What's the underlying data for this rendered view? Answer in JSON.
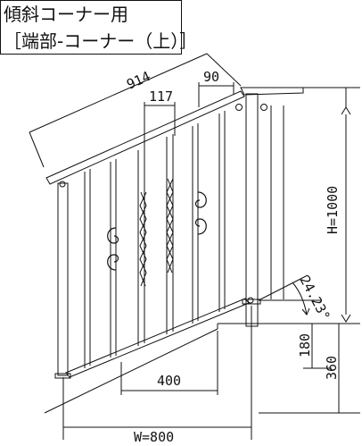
{
  "title": {
    "line1": "傾斜コーナー用",
    "line2": "［端部-コーナー（上）］"
  },
  "dimensions": {
    "rail_length": "914",
    "post_end_offset": "90",
    "baluster_pitch": "117",
    "height": "H=1000",
    "angle": "24.23°",
    "step_rise": "180",
    "total_rise": "360",
    "step_run": "400",
    "width": "W=800"
  },
  "colors": {
    "line": "#111111",
    "background": "#ffffff"
  }
}
